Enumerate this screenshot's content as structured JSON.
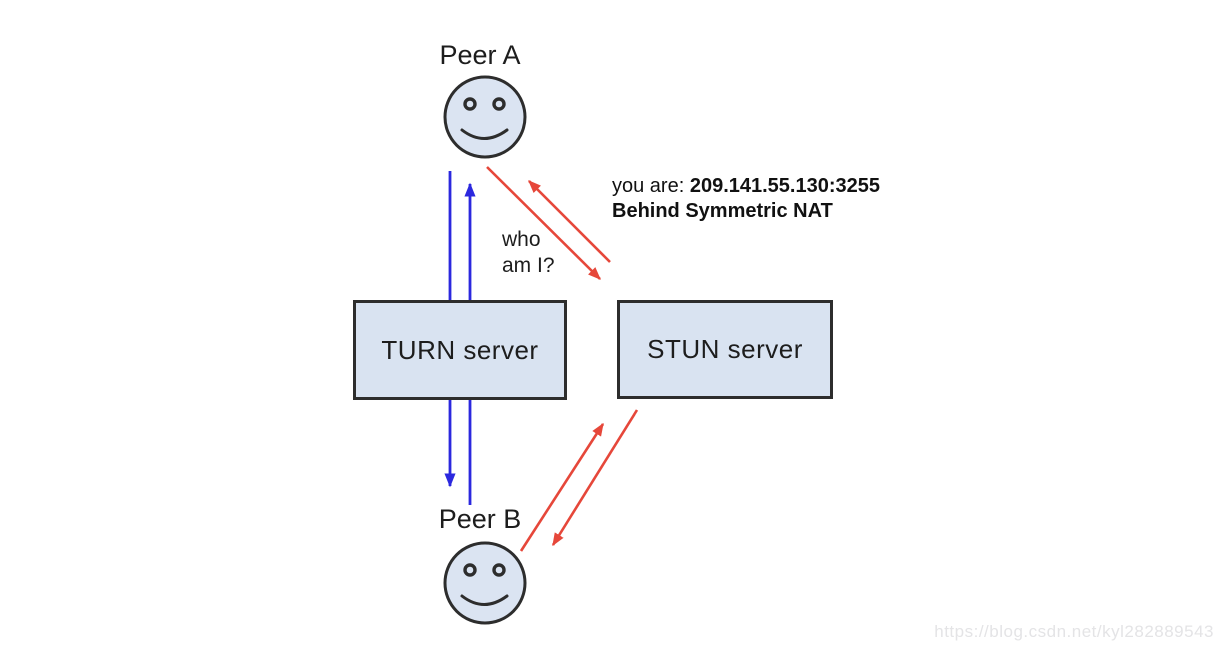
{
  "diagram": {
    "nodes": {
      "peer_a": "Peer A",
      "peer_b": "Peer B",
      "turn_server": "TURN server",
      "stun_server": "STUN server"
    },
    "messages": {
      "question_line1": "who",
      "question_line2": "am I?",
      "answer_prefix": "you are: ",
      "answer_address": "209.141.55.130:3255",
      "answer_nat": "Behind Symmetric NAT"
    },
    "colors": {
      "relay_arrow_blue": "#2b28de",
      "stun_arrow_red": "#e6473a",
      "node_fill": "#dbe4f2",
      "node_border": "#2d2d2d"
    },
    "watermark": "https://blog.csdn.net/kyl282889543"
  }
}
